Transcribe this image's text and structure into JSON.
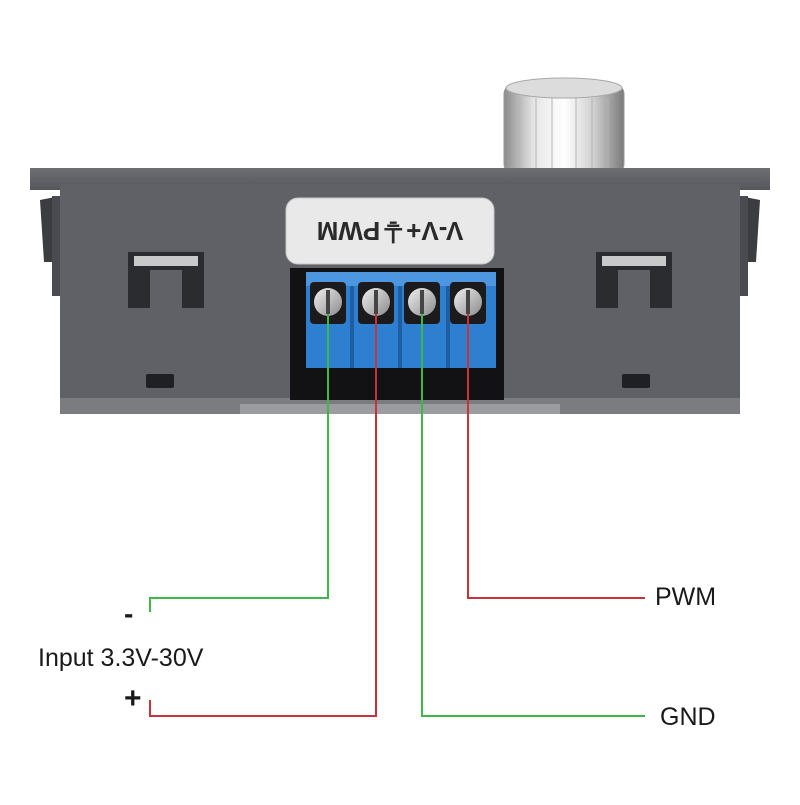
{
  "device": {
    "terminal_label": "V-V+⏚PWM",
    "terminals": [
      "V-",
      "V+",
      "GND",
      "PWM"
    ],
    "knob": "adjustment-knob"
  },
  "labels": {
    "minus": "-",
    "input": "Input 3.3V-30V",
    "plus": "+",
    "pwm": "PWM",
    "gnd": "GND"
  },
  "colors": {
    "housing": "#5f6166",
    "terminal_block": "#2f7fd0",
    "wire_green": "#3fb84a",
    "wire_red": "#c8323a",
    "label_plate": "#e9e9ea"
  }
}
